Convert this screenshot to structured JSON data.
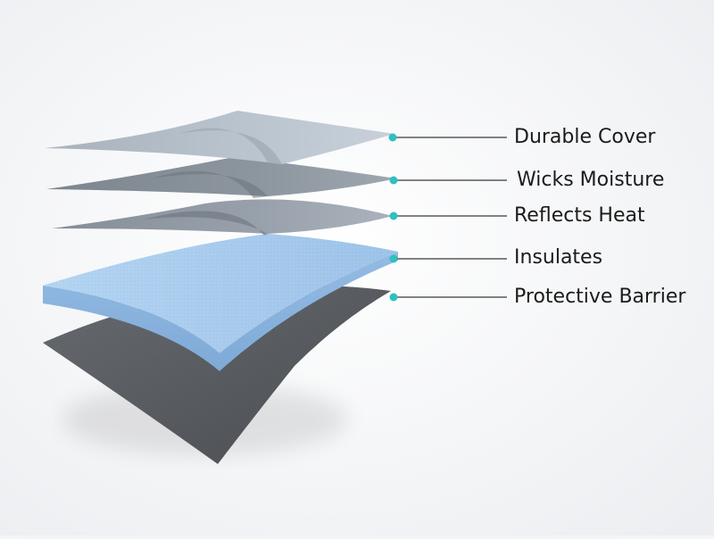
{
  "layers": [
    {
      "label": "Durable Cover"
    },
    {
      "label": "Wicks Moisture"
    },
    {
      "label": "Reflects Heat"
    },
    {
      "label": "Insulates"
    },
    {
      "label": "Protective Barrier"
    }
  ],
  "colors": {
    "background": "#f4f5f7",
    "cover_layer": "#b8c2cc",
    "moisture_layer": "#8d96a0",
    "heat_layer": "#9aa3ad",
    "insulation_foam": "#a9cbee",
    "barrier_layer": "#5e6166",
    "callout_dot": "#2fc0c0",
    "callout_line": "#3a3a3a",
    "label_text": "#1b1b1b"
  },
  "icons": {
    "callout_marker": "teal-dot"
  }
}
